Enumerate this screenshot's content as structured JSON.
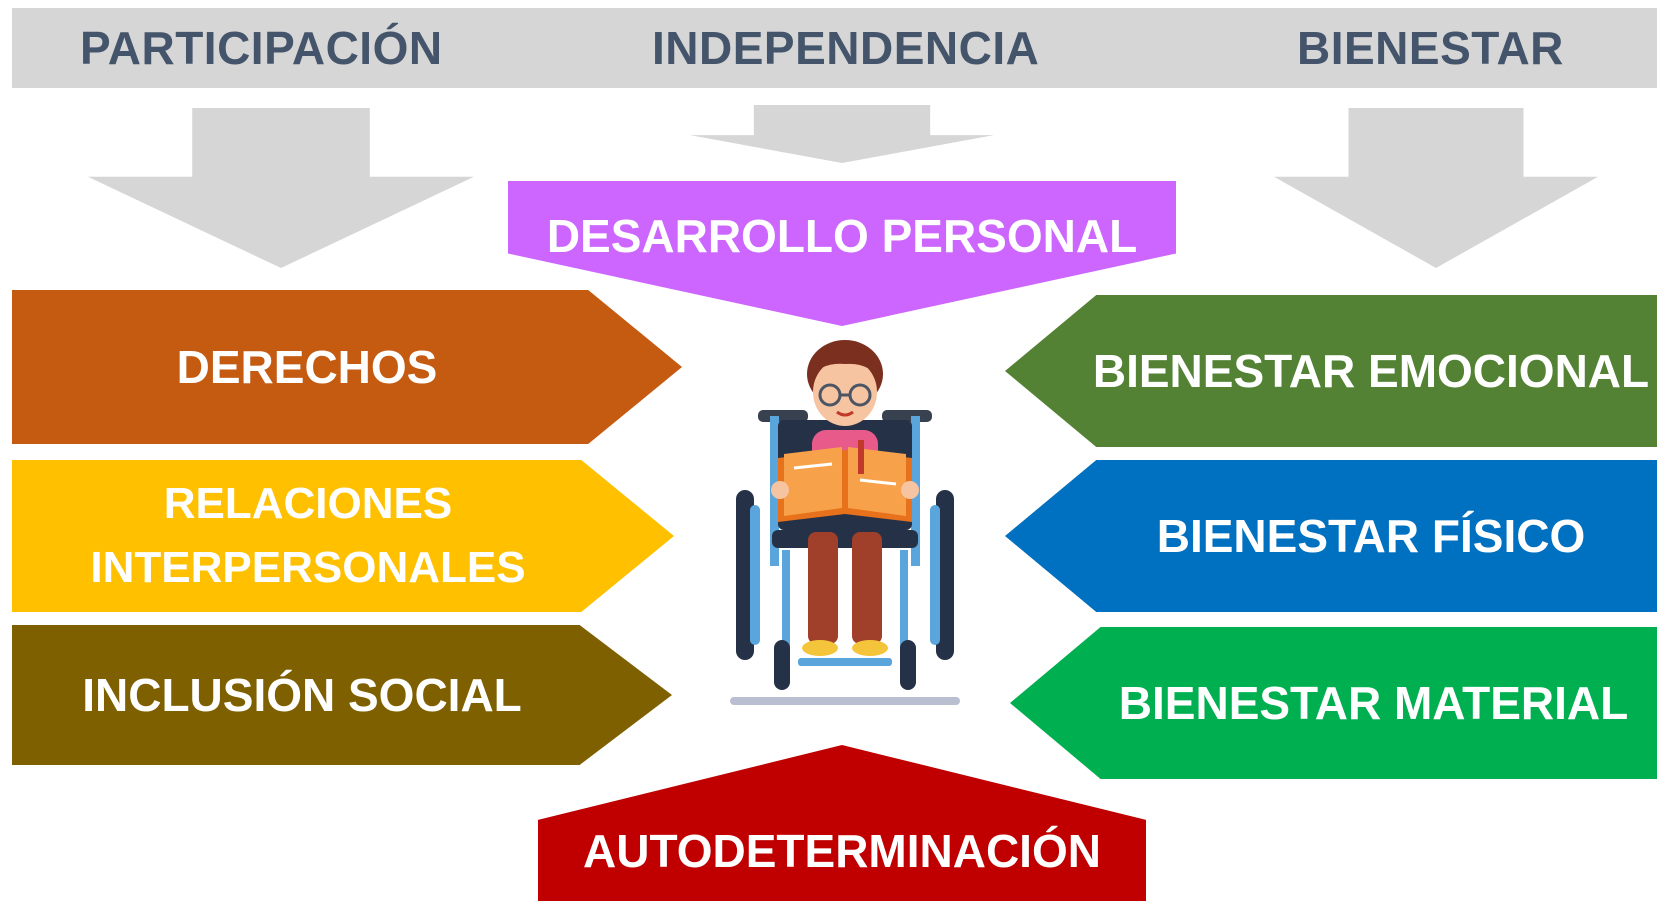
{
  "header": {
    "participacion": "PARTICIPACIÓN",
    "independencia": "INDEPENDENCIA",
    "bienestar": "BIENESTAR"
  },
  "center": {
    "desarrollo": "DESARROLLO PERSONAL",
    "autodeterminacion": "AUTODETERMINACIÓN"
  },
  "left": {
    "derechos": "DERECHOS",
    "relaciones_1": "RELACIONES",
    "relaciones_2": "INTERPERSONALES",
    "inclusion": "INCLUSIÓN SOCIAL"
  },
  "right": {
    "emocional": "BIENESTAR EMOCIONAL",
    "fisico": "BIENESTAR FÍSICO",
    "material": "BIENESTAR MATERIAL"
  },
  "colors": {
    "header_bar": "#d6d6d6",
    "header_text": "#44546a",
    "desarrollo": "#cc66ff",
    "autodeterminacion": "#c00000",
    "derechos": "#c55a11",
    "relaciones": "#ffc000",
    "inclusion": "#7f6000",
    "emocional": "#548235",
    "fisico": "#0070c0",
    "material": "#00b050"
  },
  "illustration": "person-in-wheelchair-reading-icon"
}
